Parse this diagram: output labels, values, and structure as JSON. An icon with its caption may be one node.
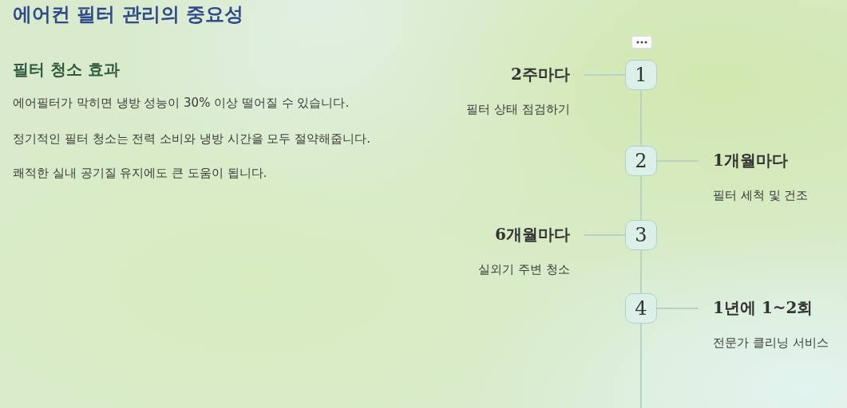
{
  "diagram": {
    "title": "에어컨 필터 관리의 중요성",
    "nodes": [
      {
        "text": [
          "2주마다",
          "필터 상태 점검하기"
        ]
      },
      {
        "text": [
          "1"
        ]
      },
      {
        "text": [
          "2"
        ]
      },
      {
        "text": [
          "1개월마다",
          "필터 세척 및 건조"
        ]
      },
      {
        "text": [
          "6개월마다",
          "실외기 주변 청소"
        ]
      },
      {
        "text": [
          "3"
        ]
      },
      {
        "text": [
          "4"
        ]
      },
      {
        "text": [
          "1년에 1~2회",
          "전문가 클리닝 서비스"
        ]
      }
    ],
    "edges": [
      {
        "from": 0,
        "to": 1,
        "arrow": "none"
      },
      {
        "from": 1,
        "to": 2,
        "arrow": "none"
      },
      {
        "from": 2,
        "to": 3,
        "arrow": "none"
      },
      {
        "from": 2,
        "to": 5,
        "arrow": "none"
      },
      {
        "from": 4,
        "to": 5,
        "arrow": "none"
      },
      {
        "from": 5,
        "to": 6,
        "arrow": "none"
      },
      {
        "from": 6,
        "to": 7,
        "arrow": "none"
      }
    ],
    "labels": [
      "필터 청소 효과",
      "에어필터가 막히면 냉방 성능이 30% 이상 떨어질 수 있습니다.",
      "정기적인 필터 청소는 전력 소비와 냉방 시간을 모두 절약해줍니다.",
      "쾌적한 실내 공기질 유지에도 큰 도움이 됩니다."
    ]
  }
}
